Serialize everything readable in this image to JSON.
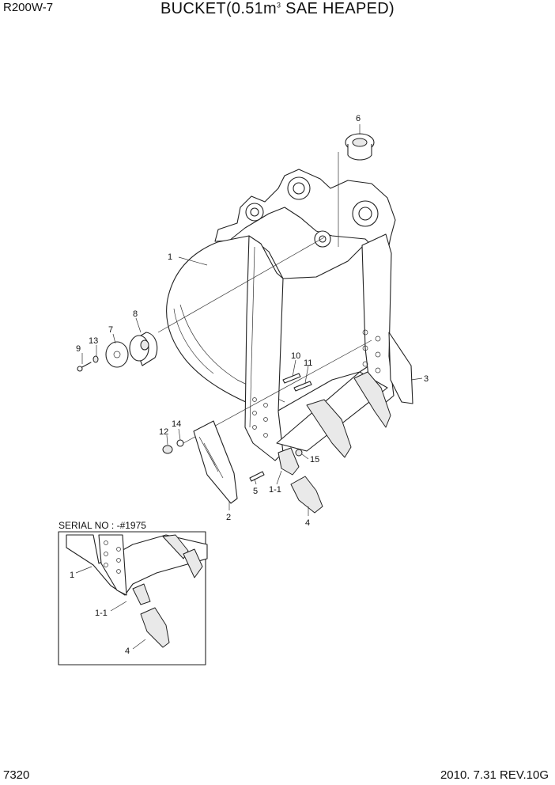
{
  "header": {
    "model": "R200W-7",
    "title": "BUCKET(0.51m",
    "title_sup": "3",
    "title_tail": " SAE HEAPED)"
  },
  "footer": {
    "page": "7320",
    "revision": "2010. 7.31  REV.10G"
  },
  "inset": {
    "serial_label": "SERIAL NO : -#1975"
  },
  "callouts": {
    "c1": "1",
    "c1_1": "1-1",
    "c2": "2",
    "c3": "3",
    "c4": "4",
    "c5": "5",
    "c6": "6",
    "c7": "7",
    "c8": "8",
    "c9": "9",
    "c10": "10",
    "c11": "11",
    "c12": "12",
    "c13": "13",
    "c14": "14",
    "c15": "15",
    "inset_c1": "1",
    "inset_c1_1": "1-1",
    "inset_c4": "4"
  }
}
